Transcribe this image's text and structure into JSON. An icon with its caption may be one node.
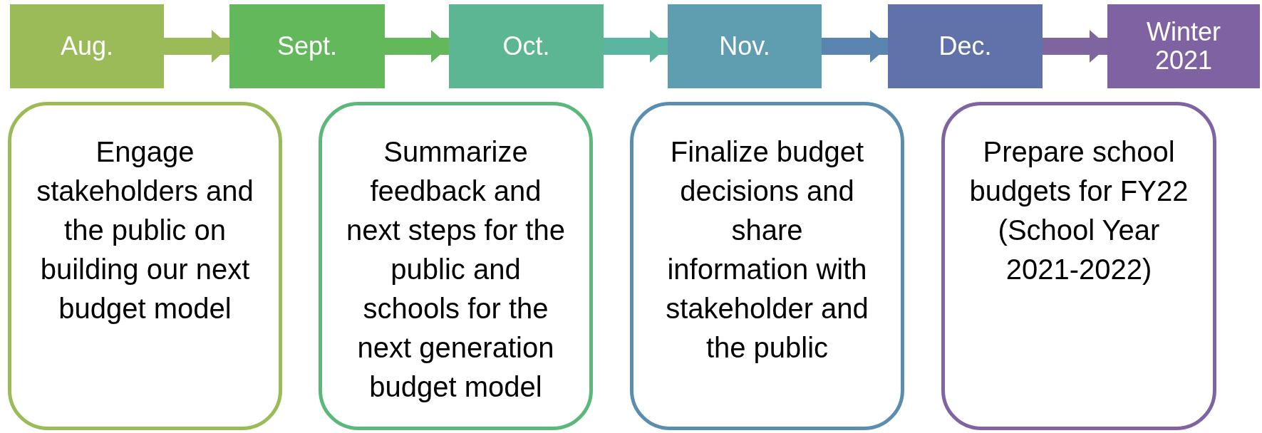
{
  "diagram": {
    "nodes": [
      {
        "text": [
          "Aug."
        ]
      },
      {
        "text": [
          "Sept."
        ]
      },
      {
        "text": [
          "Oct."
        ]
      },
      {
        "text": [
          "Nov."
        ]
      },
      {
        "text": [
          "Dec."
        ]
      },
      {
        "text": [
          "Winter 2021"
        ]
      },
      {
        "text": [
          "Engage stakeholders and the public on building our next budget model"
        ]
      },
      {
        "text": [
          "Summarize feedback and next steps for the public and schools for the next generation budget model"
        ]
      },
      {
        "text": [
          "Finalize budget decisions and share information with stakeholder and the public"
        ]
      },
      {
        "text": [
          "Prepare school budgets for FY22 (School Year 2021-2022)"
        ]
      }
    ],
    "edges": [
      {
        "from": 0,
        "to": 1,
        "arrow": "to",
        "color": "#9bbb59"
      },
      {
        "from": 1,
        "to": 2,
        "arrow": "to",
        "color": "#62b85a"
      },
      {
        "from": 2,
        "to": 3,
        "arrow": "to",
        "color": "#5cb5a0"
      },
      {
        "from": 3,
        "to": 4,
        "arrow": "to",
        "color": "#5a85b0"
      },
      {
        "from": 4,
        "to": 5,
        "arrow": "to",
        "color": "#7e65a0"
      }
    ]
  }
}
